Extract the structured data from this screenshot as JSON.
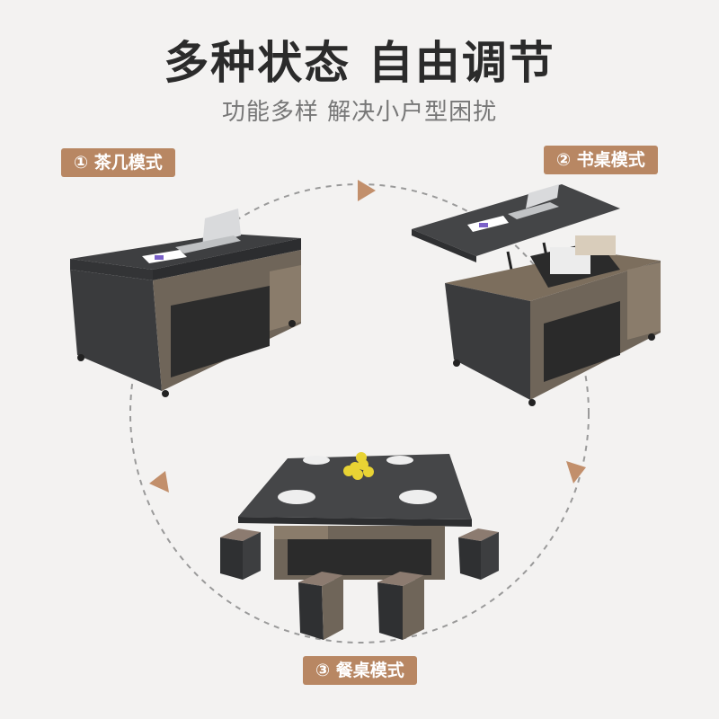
{
  "header": {
    "title": "多种状态 自由调节",
    "subtitle": "功能多样 解决小户型困扰"
  },
  "modes": [
    {
      "label": "① 茶几模式"
    },
    {
      "label": "② 书桌模式"
    },
    {
      "label": "③ 餐桌模式"
    }
  ],
  "colors": {
    "accent": "#b88763",
    "tabletop": "#4a4b4d",
    "wood": "#7b6f61",
    "background": "#f3f2f1"
  }
}
